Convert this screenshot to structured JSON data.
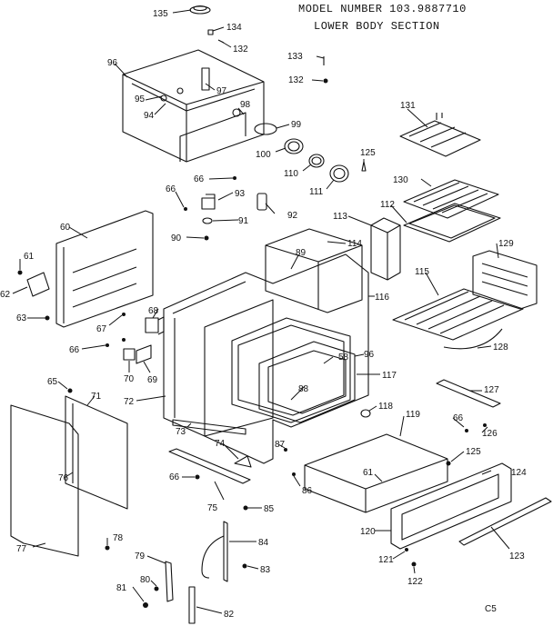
{
  "header": {
    "model_line": "MODEL NUMBER 103.9887710",
    "section_line": "LOWER BODY SECTION"
  },
  "page_code": "C5",
  "callouts": [
    {
      "id": "135",
      "text": "135"
    },
    {
      "id": "134",
      "text": "134"
    },
    {
      "id": "132a",
      "text": "132"
    },
    {
      "id": "133",
      "text": "133"
    },
    {
      "id": "132b",
      "text": "132"
    },
    {
      "id": "96a",
      "text": "96"
    },
    {
      "id": "95",
      "text": "95"
    },
    {
      "id": "97",
      "text": "97"
    },
    {
      "id": "94",
      "text": "94"
    },
    {
      "id": "98",
      "text": "98"
    },
    {
      "id": "99",
      "text": "99"
    },
    {
      "id": "100",
      "text": "100"
    },
    {
      "id": "110",
      "text": "110"
    },
    {
      "id": "125a",
      "text": "125"
    },
    {
      "id": "111",
      "text": "111"
    },
    {
      "id": "131",
      "text": "131"
    },
    {
      "id": "130",
      "text": "130"
    },
    {
      "id": "112",
      "text": "112"
    },
    {
      "id": "66a",
      "text": "66"
    },
    {
      "id": "66b",
      "text": "66"
    },
    {
      "id": "93",
      "text": "93"
    },
    {
      "id": "92",
      "text": "92"
    },
    {
      "id": "91",
      "text": "91"
    },
    {
      "id": "90",
      "text": "90"
    },
    {
      "id": "113",
      "text": "113"
    },
    {
      "id": "114",
      "text": "114"
    },
    {
      "id": "89",
      "text": "89"
    },
    {
      "id": "129",
      "text": "129"
    },
    {
      "id": "60",
      "text": "60"
    },
    {
      "id": "61a",
      "text": "61"
    },
    {
      "id": "62",
      "text": "62"
    },
    {
      "id": "63",
      "text": "63"
    },
    {
      "id": "68",
      "text": "68"
    },
    {
      "id": "67",
      "text": "67"
    },
    {
      "id": "66c",
      "text": "66"
    },
    {
      "id": "115",
      "text": "115"
    },
    {
      "id": "116",
      "text": "116"
    },
    {
      "id": "128",
      "text": "128"
    },
    {
      "id": "96b",
      "text": "96"
    },
    {
      "id": "58",
      "text": "58"
    },
    {
      "id": "117",
      "text": "117"
    },
    {
      "id": "70",
      "text": "70"
    },
    {
      "id": "69",
      "text": "69"
    },
    {
      "id": "88",
      "text": "88"
    },
    {
      "id": "65",
      "text": "65"
    },
    {
      "id": "71",
      "text": "71"
    },
    {
      "id": "72",
      "text": "72"
    },
    {
      "id": "127",
      "text": "127"
    },
    {
      "id": "118",
      "text": "118"
    },
    {
      "id": "119",
      "text": "119"
    },
    {
      "id": "66d",
      "text": "66"
    },
    {
      "id": "126",
      "text": "126"
    },
    {
      "id": "73",
      "text": "73"
    },
    {
      "id": "74",
      "text": "74"
    },
    {
      "id": "87",
      "text": "87"
    },
    {
      "id": "125b",
      "text": "125"
    },
    {
      "id": "76",
      "text": "76"
    },
    {
      "id": "66e",
      "text": "66"
    },
    {
      "id": "61b",
      "text": "61"
    },
    {
      "id": "86",
      "text": "86"
    },
    {
      "id": "124",
      "text": "124"
    },
    {
      "id": "75",
      "text": "75"
    },
    {
      "id": "85",
      "text": "85"
    },
    {
      "id": "120",
      "text": "120"
    },
    {
      "id": "78",
      "text": "78"
    },
    {
      "id": "77",
      "text": "77"
    },
    {
      "id": "84",
      "text": "84"
    },
    {
      "id": "79",
      "text": "79"
    },
    {
      "id": "121",
      "text": "121"
    },
    {
      "id": "123",
      "text": "123"
    },
    {
      "id": "83",
      "text": "83"
    },
    {
      "id": "80",
      "text": "80"
    },
    {
      "id": "122",
      "text": "122"
    },
    {
      "id": "81",
      "text": "81"
    },
    {
      "id": "82",
      "text": "82"
    }
  ]
}
